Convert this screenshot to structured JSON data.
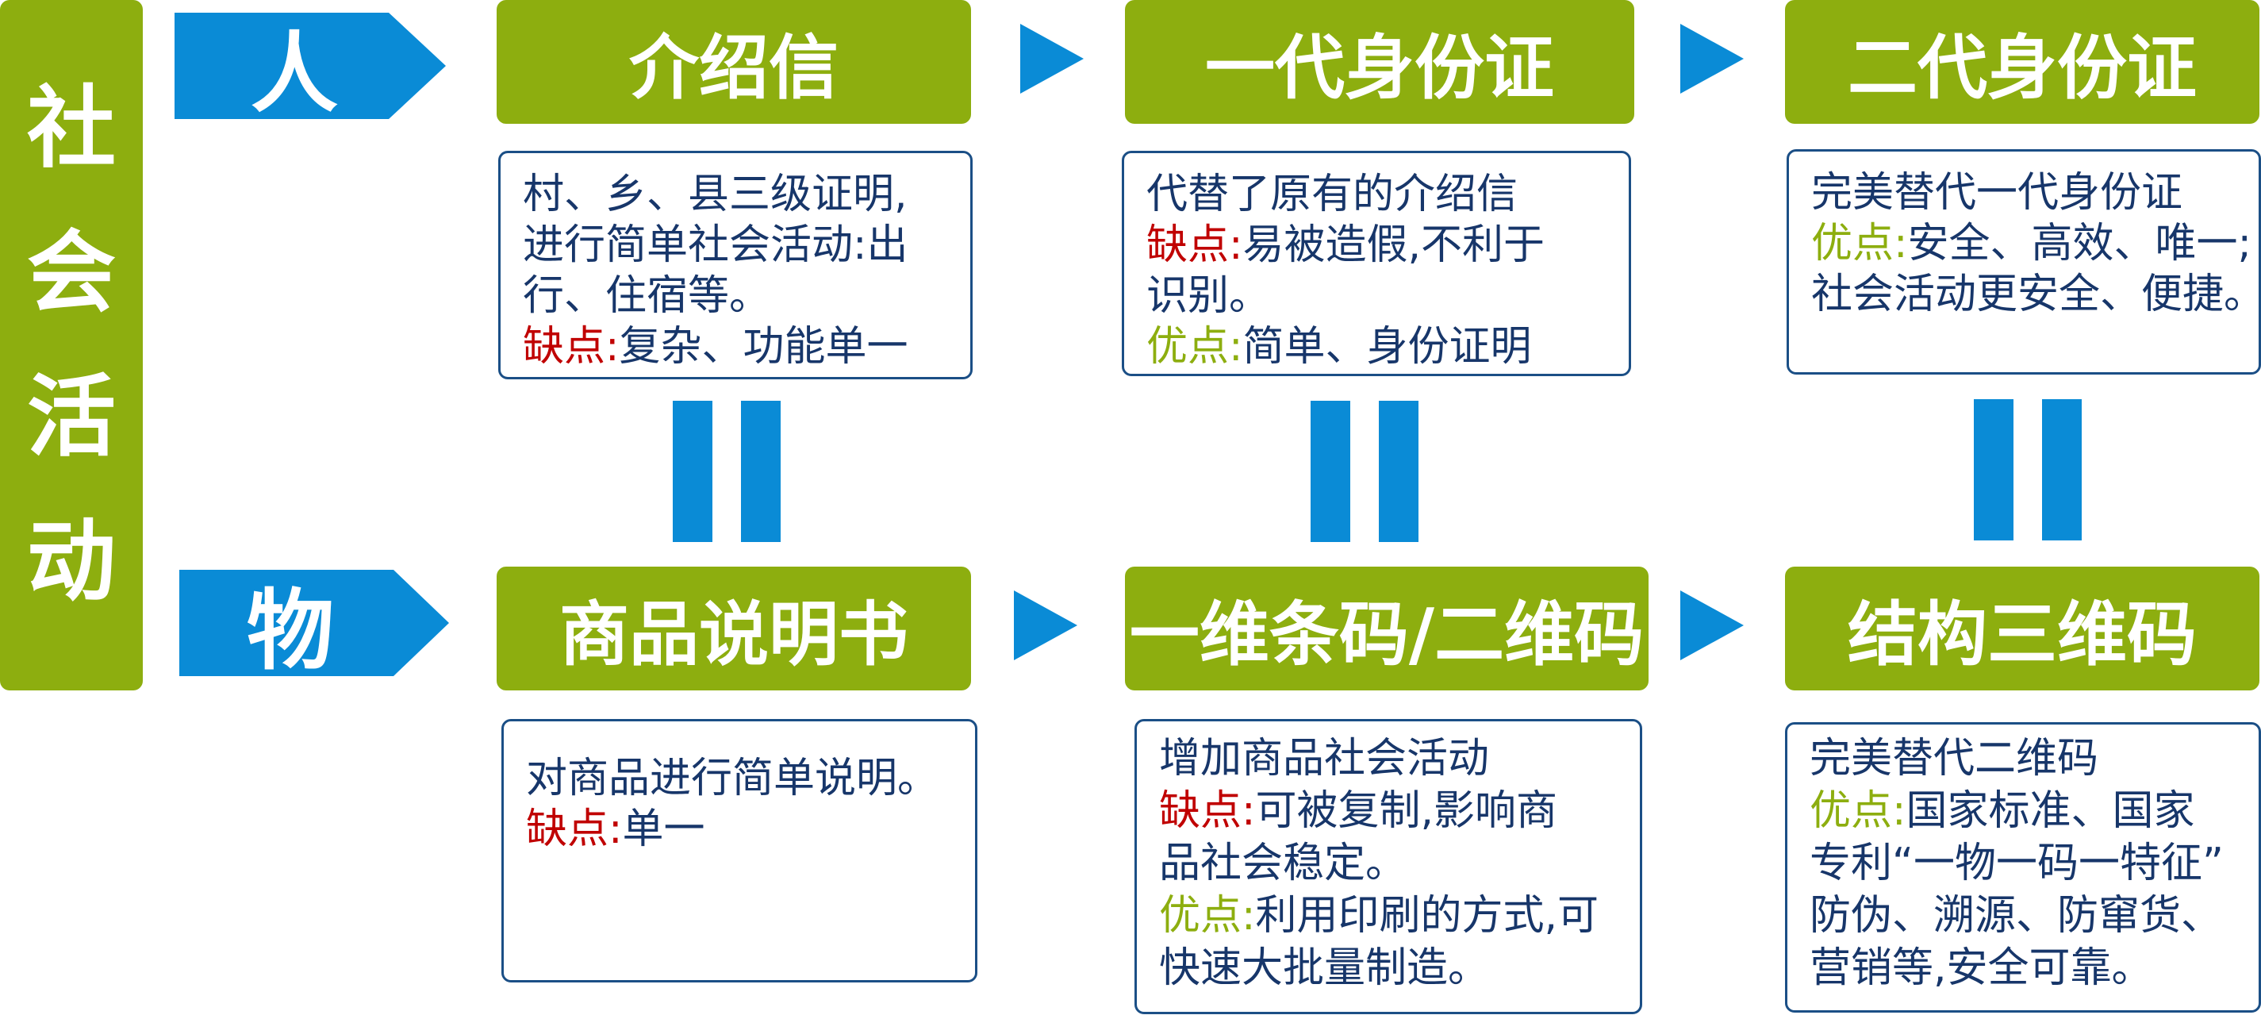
{
  "sidebar": {
    "chars": [
      "社",
      "会",
      "活",
      "动"
    ]
  },
  "rows": [
    {
      "label": "人",
      "stages": [
        {
          "title": "介绍信",
          "lines": [
            [
              {
                "t": "村、乡、县三级证明,",
                "c": ""
              }
            ],
            [
              {
                "t": "进行简单社会活动:出",
                "c": ""
              }
            ],
            [
              {
                "t": "行、住宿等。",
                "c": ""
              }
            ],
            [
              {
                "t": "缺点:",
                "c": "red"
              },
              {
                "t": "复杂、功能单一",
                "c": ""
              }
            ]
          ]
        },
        {
          "title": "一代身份证",
          "lines": [
            [
              {
                "t": "代替了原有的介绍信",
                "c": ""
              }
            ],
            [
              {
                "t": "缺点:",
                "c": "red"
              },
              {
                "t": "易被造假,不利于",
                "c": ""
              }
            ],
            [
              {
                "t": "识别。",
                "c": ""
              }
            ],
            [
              {
                "t": "优点:",
                "c": "green"
              },
              {
                "t": "简单、身份证明",
                "c": ""
              }
            ]
          ]
        },
        {
          "title": "二代身份证",
          "lines": [
            [
              {
                "t": "完美替代一代身份证",
                "c": ""
              }
            ],
            [
              {
                "t": "优点:",
                "c": "green"
              },
              {
                "t": "安全、高效、唯一;",
                "c": ""
              }
            ],
            [
              {
                "t": "社会活动更安全、便捷。",
                "c": ""
              }
            ]
          ]
        }
      ]
    },
    {
      "label": "物",
      "stages": [
        {
          "title": "商品说明书",
          "lines": [
            [
              {
                "t": "对商品进行简单说明。",
                "c": ""
              }
            ],
            [
              {
                "t": "缺点:",
                "c": "red"
              },
              {
                "t": "单一",
                "c": ""
              }
            ]
          ]
        },
        {
          "title": "一维条码/二维码",
          "lines": [
            [
              {
                "t": "增加商品社会活动",
                "c": ""
              }
            ],
            [
              {
                "t": "缺点:",
                "c": "red"
              },
              {
                "t": "可被复制,影响商",
                "c": ""
              }
            ],
            [
              {
                "t": "品社会稳定。",
                "c": ""
              }
            ],
            [
              {
                "t": "优点:",
                "c": "green"
              },
              {
                "t": "利用印刷的方式,可",
                "c": ""
              }
            ],
            [
              {
                "t": "快速大批量制造。",
                "c": ""
              }
            ]
          ]
        },
        {
          "title": "结构三维码",
          "lines": [
            [
              {
                "t": "完美替代二维码",
                "c": ""
              }
            ],
            [
              {
                "t": "优点:",
                "c": "green"
              },
              {
                "t": "国家标准、国家",
                "c": ""
              }
            ],
            [
              {
                "t": "专利“一物一码一特征”",
                "c": ""
              }
            ],
            [
              {
                "t": "防伪、溯源、防窜货、",
                "c": ""
              }
            ],
            [
              {
                "t": "营销等,安全可靠。",
                "c": ""
              }
            ]
          ]
        }
      ]
    }
  ],
  "colors": {
    "green": "#8dae0f",
    "blue": "#0a8bd6",
    "navy": "#17366a",
    "red": "#c00000"
  }
}
